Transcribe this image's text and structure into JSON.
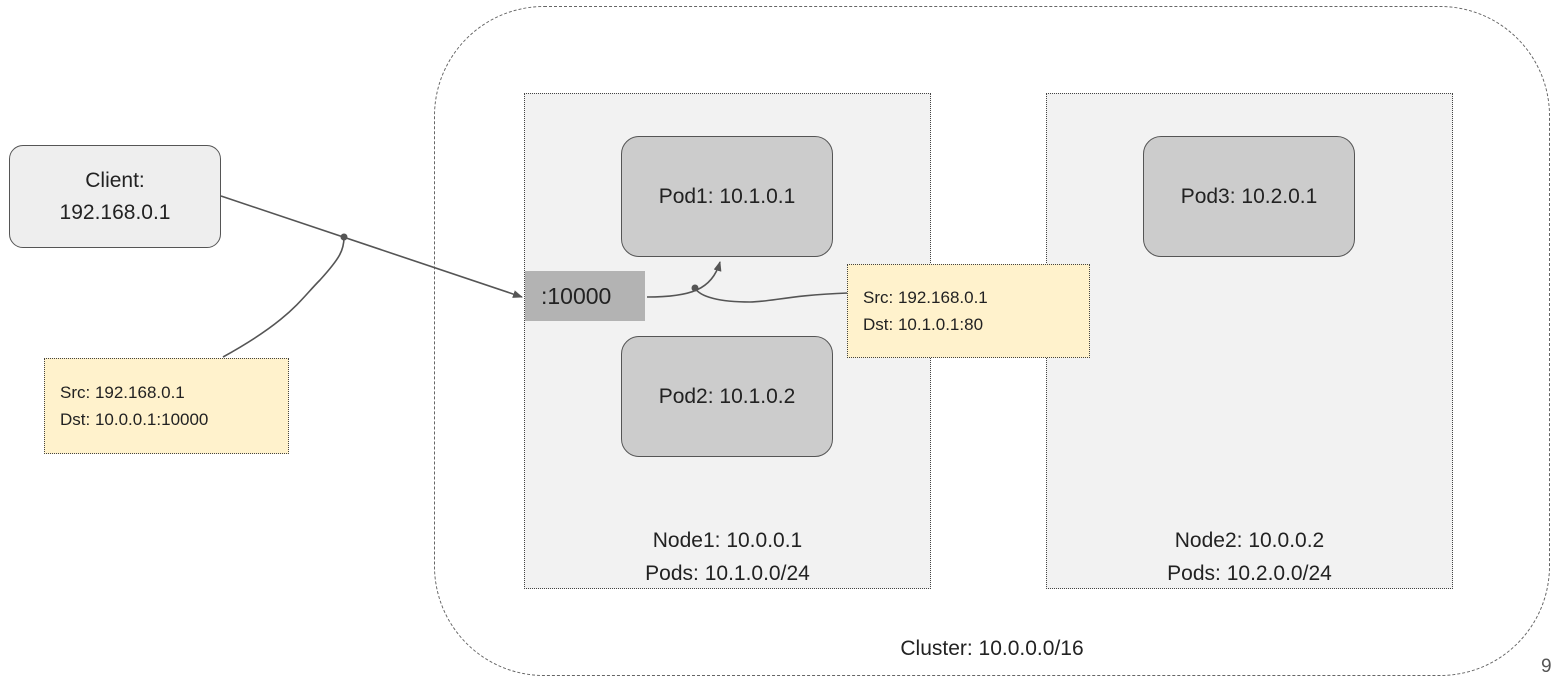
{
  "cluster": {
    "label": "Cluster: 10.0.0.0/16"
  },
  "client": {
    "line1": "Client:",
    "line2": "192.168.0.1"
  },
  "node1": {
    "name": "Node1: 10.0.0.1",
    "pods": "Pods: 10.1.0.0/24"
  },
  "node2": {
    "name": "Node2: 10.0.0.2",
    "pods": "Pods: 10.2.0.0/24"
  },
  "pods": {
    "pod1": "Pod1: 10.1.0.1",
    "pod2": "Pod2: 10.1.0.2",
    "pod3": "Pod3: 10.2.0.1"
  },
  "node_port": {
    "label": ":10000"
  },
  "packet_in": {
    "src": "Src: 192.168.0.1",
    "dst": "Dst: 10.0.0.1:10000"
  },
  "packet_out": {
    "src": "Src: 192.168.0.1",
    "dst": "Dst: 10.1.0.1:80"
  },
  "page": {
    "number": "9"
  },
  "colors": {
    "pod_fill": "#cccccc",
    "node_fill": "#f2f2f2",
    "client_fill": "#eeeeee",
    "port_fill": "#b3b3b3",
    "packet_fill": "#fff2cc",
    "line": "#555555"
  }
}
